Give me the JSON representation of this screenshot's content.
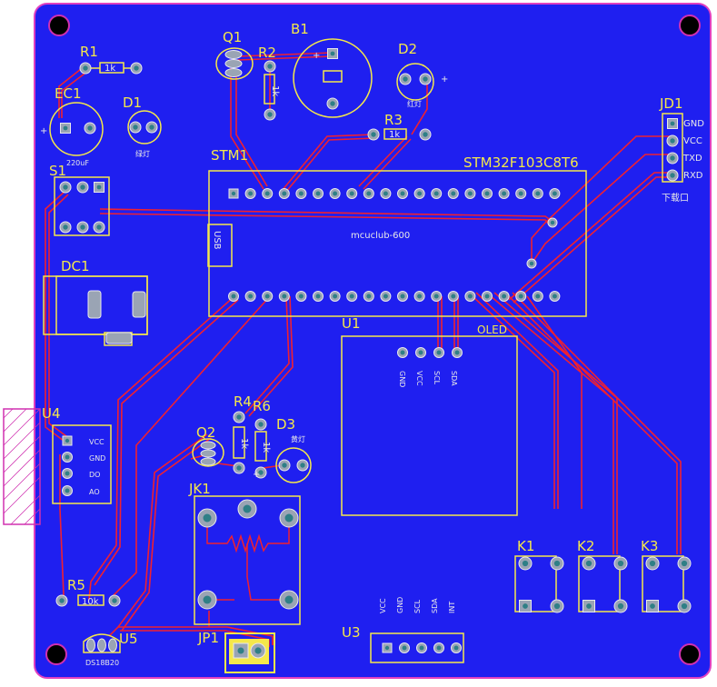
{
  "board": {
    "top_labels": {
      "r1": "R1",
      "q1": "Q1",
      "r2": "R2",
      "b1": "B1",
      "d2": "D2",
      "ec1": "EC1",
      "d1": "D1",
      "r3": "R3",
      "jd1": "JD1",
      "stm1": "STM1",
      "chip": "STM32F103C8T6",
      "s1": "S1",
      "dc1": "DC1",
      "u1": "U1",
      "oled": "OLED",
      "u4": "U4",
      "r4": "R4",
      "r6": "R6",
      "d3": "D3",
      "q2": "Q2",
      "jk1": "JK1",
      "k1": "K1",
      "k2": "K2",
      "k3": "K3",
      "r5": "R5",
      "u5": "U5",
      "jp1": "JP1",
      "u3": "U3"
    },
    "silk": {
      "r1_val": "1k",
      "r2_val": "1k",
      "r3_val": "1k",
      "r4_val": "1k",
      "r6_val": "1k",
      "r5_val": "10k",
      "ec1_val": "220uF",
      "d1_sub": "绿灯",
      "d2_sub": "红灯",
      "d3_sub": "黄灯",
      "jd1_pins": [
        "GND",
        "VCC",
        "TXD",
        "RXD"
      ],
      "jd1_caption": "下载口",
      "mcu_name": "mcuclub-600",
      "usb": "USB",
      "oled_pins": [
        "GND",
        "VCC",
        "SCL",
        "SDA"
      ],
      "u4_pins": [
        "VCC",
        "GND",
        "DO",
        "AO"
      ],
      "u3_pins": [
        "VCC",
        "GND",
        "SCL",
        "SDA",
        "INT"
      ],
      "u5_sub": "DS18B20",
      "plus": "+"
    },
    "colors": {
      "board": "#1f1ff0",
      "outline": "#e040c0",
      "silk": "#f5e84a",
      "trace": "#f02030",
      "pad": "#9aa4b4",
      "pad_hole": "#3a8a8a"
    }
  }
}
